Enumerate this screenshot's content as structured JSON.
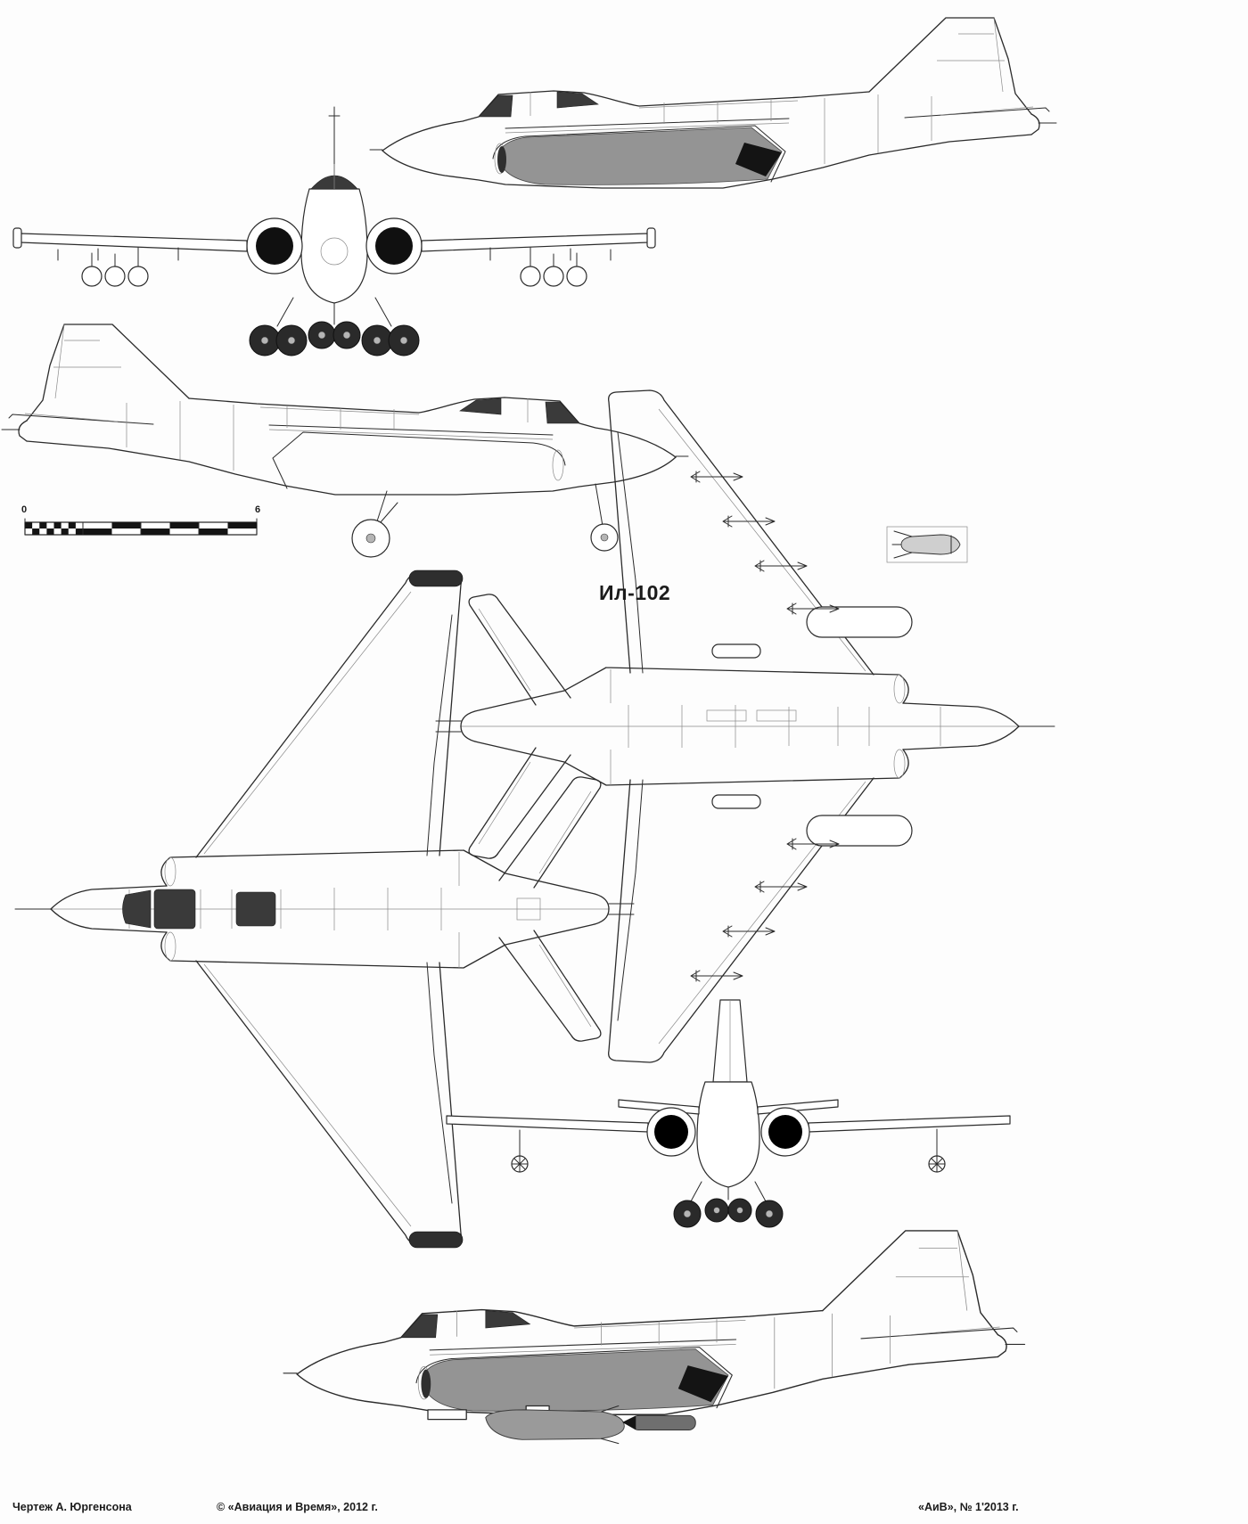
{
  "title_label": "Ил-102",
  "scale_bar": {
    "label_start": "0",
    "label_end": "6"
  },
  "footer": {
    "credit": "Чертеж А. Юргенсона",
    "copyright": "© «Авиация и Время», 2012 г.",
    "issue": "«АиВ», № 1'2013 г."
  },
  "colors": {
    "line": "#2b2b2b",
    "nacelle_shade": "#949494",
    "canopy_glass": "#3a3a3a",
    "exhaust_black": "#141414",
    "paper": "#fdfdfd"
  },
  "views": [
    "side-view-top-right",
    "front-view-gear-down",
    "side-view-left-gear-down",
    "distance-scale-bar",
    "plan-view-top-surface",
    "plan-view-bottom-weapons",
    "rear-view-gear-down",
    "side-view-bottom-stores"
  ]
}
